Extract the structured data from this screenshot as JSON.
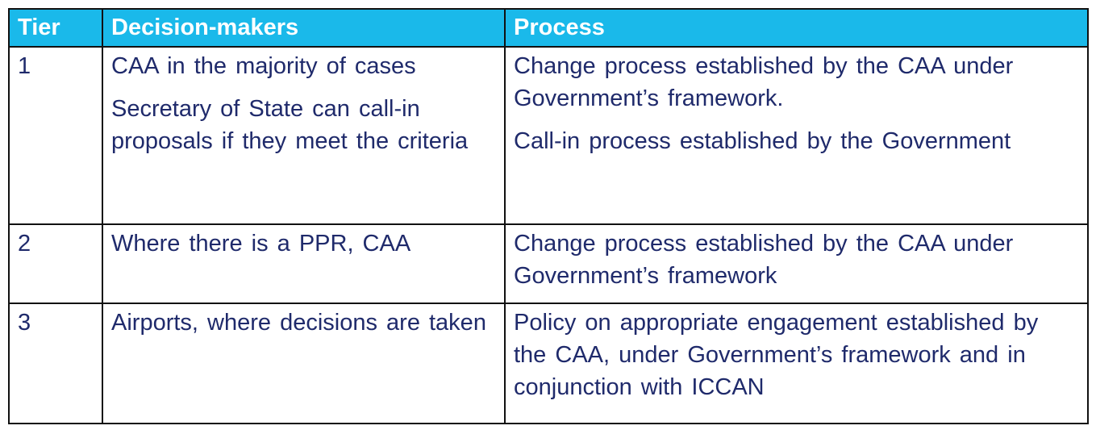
{
  "table": {
    "headers": {
      "tier": "Tier",
      "decision_makers": "Decision-makers",
      "process": "Process"
    },
    "rows": [
      {
        "tier": "1",
        "decision_makers": [
          "CAA in the majority of cases",
          "Secretary of State can call-in proposals if they meet the criteria"
        ],
        "process": [
          "Change process established by the CAA under Government’s framework.",
          "Call-in process established by the Government"
        ]
      },
      {
        "tier": "2",
        "decision_makers": [
          "Where there is a PPR, CAA"
        ],
        "process": [
          "Change process established by the CAA under Government’s framework"
        ]
      },
      {
        "tier": "3",
        "decision_makers": [
          "Airports, where decisions are taken"
        ],
        "process": [
          "Policy on appropriate engagement established by the CAA, under Government’s framework and in conjunction with ICCAN"
        ]
      }
    ]
  },
  "colors": {
    "header_background": "#1ab9ea",
    "header_text": "#ffffff",
    "body_text": "#1f2a6b",
    "border": "#111111"
  }
}
